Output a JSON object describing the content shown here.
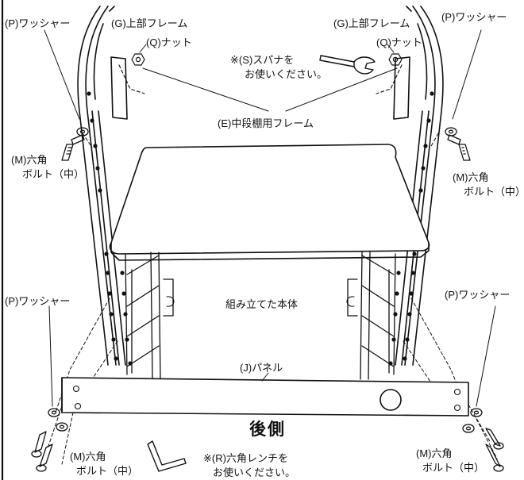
{
  "labels": {
    "washer_p": "(P)ワッシャー",
    "upper_frame_g": "(G)上部フレーム",
    "nut_q": "(Q)ナット",
    "spanner_line1": "※(S)スパナを",
    "spanner_line2": "お使いください。",
    "mid_shelf_frame_e": "(E)中段棚用フレーム",
    "hex_bolt_m_line1": "(M)六角",
    "hex_bolt_m_line2": "ボルト（中）",
    "assembled_body": "組み立てた本体",
    "panel_j": "(J)パネル",
    "rear_side": "後側",
    "hex_wrench_line1": "※(R)六角レンチを",
    "hex_wrench_line2": "お使いください。"
  }
}
